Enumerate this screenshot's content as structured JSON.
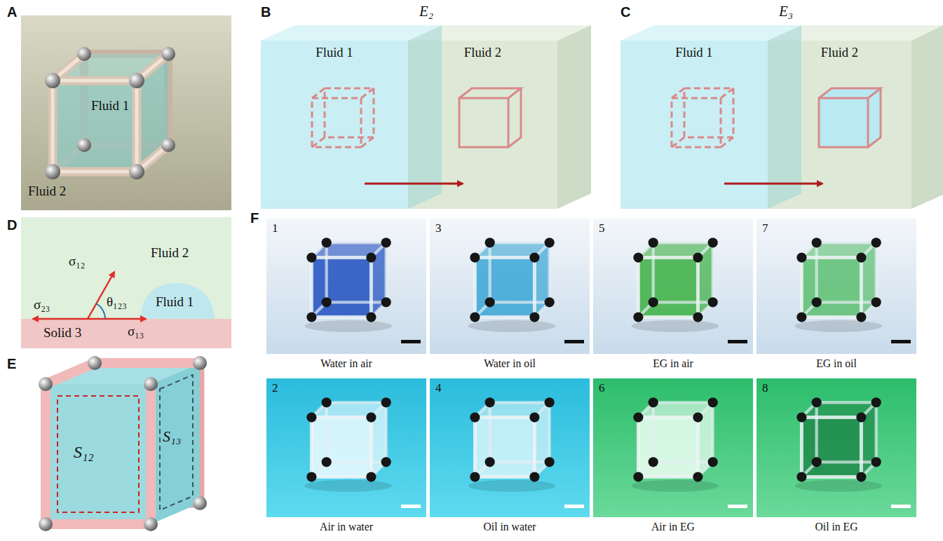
{
  "diagram": {
    "nodes": [
      {
        "text": [
          "Fluid 1"
        ]
      },
      {
        "text": [
          "Fluid 2"
        ]
      },
      {
        "text": [
          "Fluid 1"
        ]
      },
      {
        "text": [
          "Fluid 2"
        ]
      },
      {
        "text": [
          "1",
          "Water in air"
        ]
      },
      {
        "text": [
          "3",
          "Water in oil"
        ]
      },
      {
        "text": [
          "5",
          "EG in air"
        ]
      },
      {
        "text": [
          "7",
          "EG in oil"
        ]
      },
      {
        "text": [
          "2",
          "Air in water"
        ]
      },
      {
        "text": [
          "4",
          "Oil in water"
        ]
      },
      {
        "text": [
          "6",
          "Air in EG"
        ]
      },
      {
        "text": [
          "8",
          "Oil in EG"
        ]
      }
    ],
    "labels": [
      "A",
      "Fluid 1",
      "Fluid 2",
      "B",
      "E₂",
      "C",
      "E₃",
      "D",
      "σ₁₂",
      "Fluid 2",
      "σ₂₃",
      "θ₁₂₃",
      "Fluid 1",
      "Solid 3",
      "σ₁₃",
      "E",
      "S₁₂",
      "S₁₃",
      "F"
    ]
  }
}
